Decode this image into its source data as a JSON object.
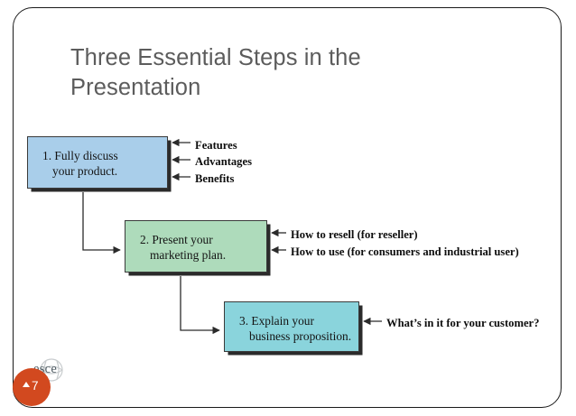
{
  "slide": {
    "title": "Three Essential Steps in the\nPresentation",
    "page_number": "7",
    "logo_text": "esce",
    "colors": {
      "title": "#5c5c5c",
      "box1_fill": "#a9ceea",
      "box2_fill": "#aedbbb",
      "box3_fill": "#8ad4dc",
      "box_border": "#3a3a3a",
      "box_shadow": "#2b2b2b",
      "badge": "#d2491f",
      "frame": "#1a1a1a"
    }
  },
  "diagram": {
    "steps": [
      {
        "id": "step-1",
        "line1": "1. Fully discuss",
        "line2": "your product.",
        "annotations": [
          "Features",
          "Advantages",
          "Benefits"
        ]
      },
      {
        "id": "step-2",
        "line1": "2. Present your",
        "line2": "marketing plan.",
        "annotations": [
          "How to resell (for reseller)",
          "How to use (for consumers and industrial user)"
        ]
      },
      {
        "id": "step-3",
        "line1": "3. Explain your",
        "line2": "business proposition.",
        "annotations": [
          "What’s in it for your customer?"
        ]
      }
    ]
  }
}
